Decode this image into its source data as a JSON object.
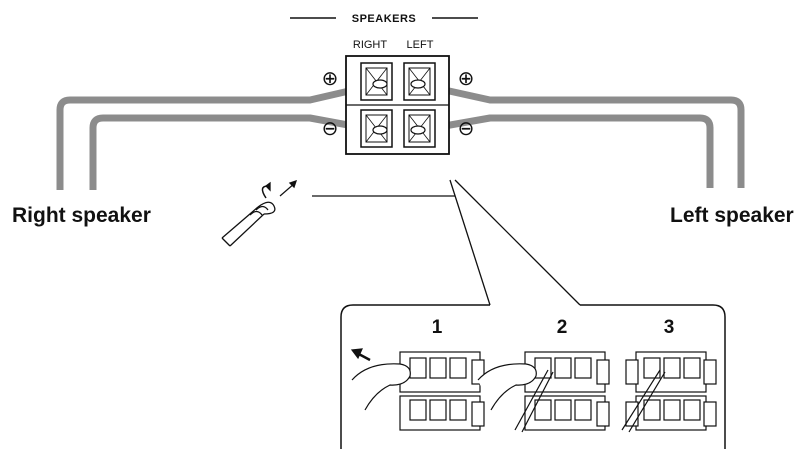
{
  "header": {
    "title": "SPEAKERS",
    "right_label": "RIGHT",
    "left_label": "LEFT"
  },
  "speakers": {
    "right": "Right speaker",
    "left": "Left speaker"
  },
  "polarity": {
    "plus": "⊕",
    "minus": "⊖"
  },
  "steps": [
    "1",
    "2",
    "3"
  ],
  "colors": {
    "wire": "#8c8c8c",
    "ink": "#111111"
  }
}
